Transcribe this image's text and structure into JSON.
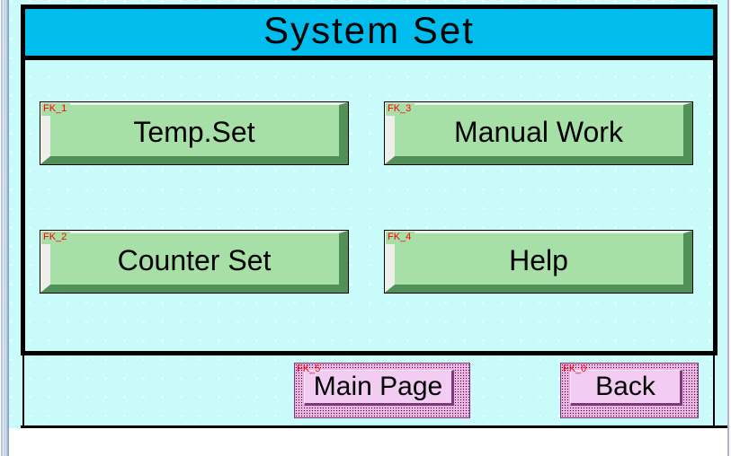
{
  "title_bar": {
    "label": "System Set"
  },
  "function_buttons": [
    {
      "id": "FK_1",
      "label": "Temp.Set"
    },
    {
      "id": "FK_3",
      "label": "Manual Work"
    },
    {
      "id": "FK_2",
      "label": "Counter Set"
    },
    {
      "id": "FK_4",
      "label": "Help"
    }
  ],
  "nav_buttons": [
    {
      "id": "FK_5",
      "label": "Main Page"
    },
    {
      "id": "FK_0",
      "label": "Back"
    }
  ],
  "colors": {
    "title_bg": "#00bdee",
    "canvas_bg": "#c9fbfb",
    "button_green_face": "#a7e0a7",
    "button_green_shadow": "#4f9156",
    "button_green_highlight": "#eeeeea",
    "button_pink_face": "#f2ccf3",
    "button_pink_stipple": "#efb3e3",
    "accent_purple": "#7a3a7a",
    "fk_tag_color": "#ff0000",
    "frame_border": "#000000"
  }
}
